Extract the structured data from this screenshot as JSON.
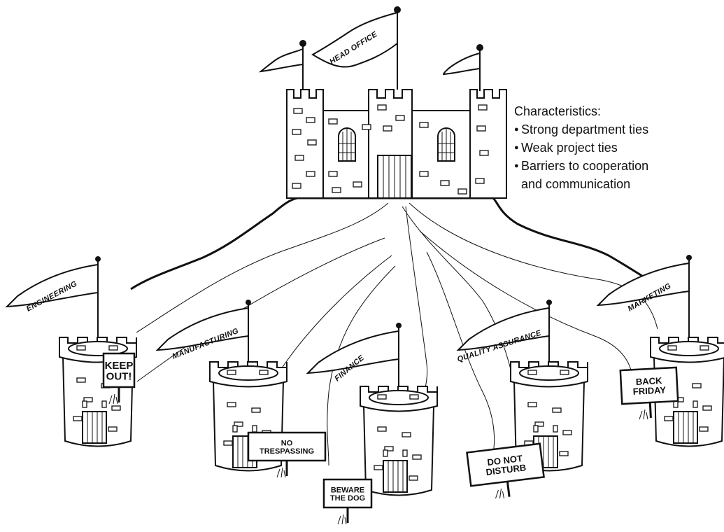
{
  "head_office": {
    "flag_label": "HEAD OFFICE"
  },
  "characteristics": {
    "heading": "Characteristics:",
    "bullets": [
      "Strong department ties",
      "Weak project ties",
      "Barriers to cooperation",
      "and communication"
    ]
  },
  "departments": [
    {
      "flag": "ENGINEERING",
      "sign": [
        "KEEP",
        "OUT!"
      ]
    },
    {
      "flag": "MANUFACTURING",
      "sign": [
        "NO",
        "TRESPASSING"
      ]
    },
    {
      "flag": "FINANCE",
      "sign": [
        "BEWARE",
        "THE DOG"
      ]
    },
    {
      "flag": "QUALITY ASSURANCE",
      "sign": [
        "DO NOT",
        "DISTURB"
      ]
    },
    {
      "flag": "MARKETING",
      "sign": [
        "BACK",
        "FRIDAY"
      ]
    }
  ]
}
